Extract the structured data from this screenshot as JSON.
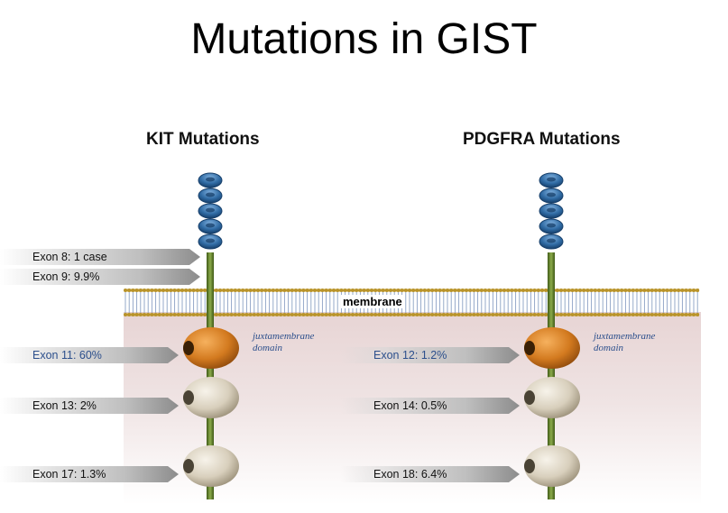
{
  "title": "Mutations in GIST",
  "membrane_label": "membrane",
  "kit": {
    "title": "KIT Mutations",
    "juxtamembrane_line1": "juxtamembrane",
    "juxtamembrane_line2": "domain",
    "mutations": [
      {
        "label": "Exon 8: 1 case"
      },
      {
        "label": "Exon 9: 9.9%"
      },
      {
        "label": "Exon 11: 60%"
      },
      {
        "label": "Exon 13: 2%"
      },
      {
        "label": "Exon 17: 1.3%"
      }
    ]
  },
  "pdgfra": {
    "title": "PDGFRA Mutations",
    "juxtamembrane_line1": "juxtamembrane",
    "juxtamembrane_line2": "domain",
    "mutations": [
      {
        "label": "Exon 12: 1.2%"
      },
      {
        "label": "Exon 14: 0.5%"
      },
      {
        "label": "Exon 18: 6.4%"
      }
    ]
  },
  "colors": {
    "ig_domain": "#2f6aa3",
    "stalk": "#5c7a2a",
    "juxtamembrane": "#d17a1f",
    "kinase_domain": "#d8cfbc",
    "membrane_head": "#b8932a",
    "annotation": "#2c4f8c"
  }
}
